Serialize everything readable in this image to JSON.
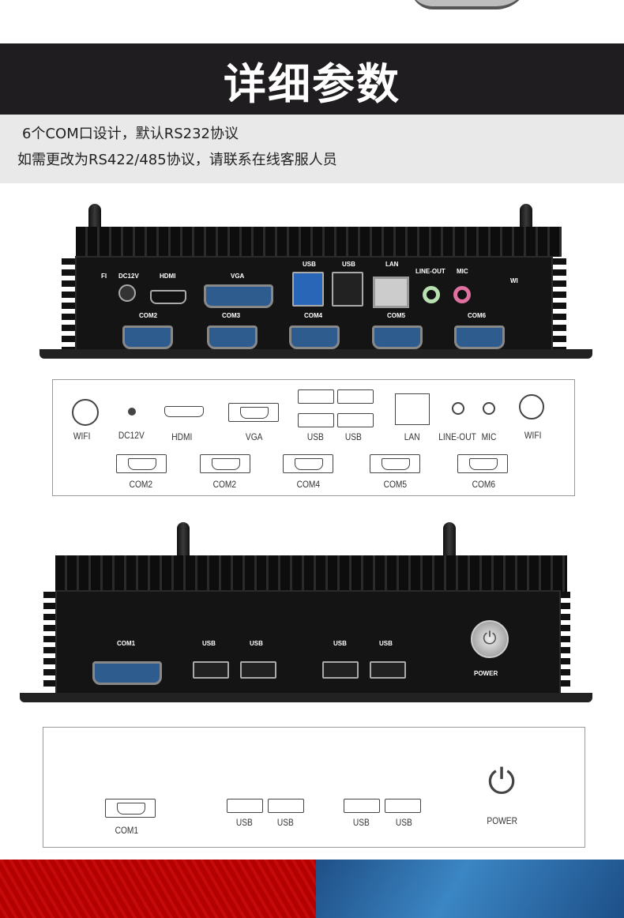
{
  "header": {
    "title": "详细参数"
  },
  "note": {
    "line1": "6个COM口设计，默认RS232协议",
    "line2": "如需更改为RS422/485协议，请联系在线客服人员"
  },
  "front_photo": {
    "labels": [
      "FI",
      "DC12V",
      "HDMI",
      "VGA",
      "USB",
      "USB",
      "LAN",
      "LINE-OUT",
      "MIC",
      "WI",
      "COM2",
      "COM3",
      "COM4",
      "COM5",
      "COM6"
    ]
  },
  "front_diagram": {
    "top": [
      "WIFI",
      "DC12V",
      "HDMI",
      "VGA",
      "USB",
      "USB",
      "LAN",
      "LINE-OUT",
      "MIC",
      "WIFI"
    ],
    "com": [
      "COM2",
      "COM2",
      "COM4",
      "COM5",
      "COM6"
    ]
  },
  "rear_photo": {
    "labels": [
      "COM1",
      "USB",
      "USB",
      "USB",
      "USB",
      "POWER"
    ]
  },
  "rear_diagram": {
    "labels": [
      "COM1",
      "USB",
      "USB",
      "USB",
      "USB",
      "POWER"
    ]
  },
  "colors": {
    "band": "#1f1d1f",
    "note_bg": "#e9e9e9",
    "banner_red": "#b80000",
    "banner_blue": "#2f6fa8"
  }
}
